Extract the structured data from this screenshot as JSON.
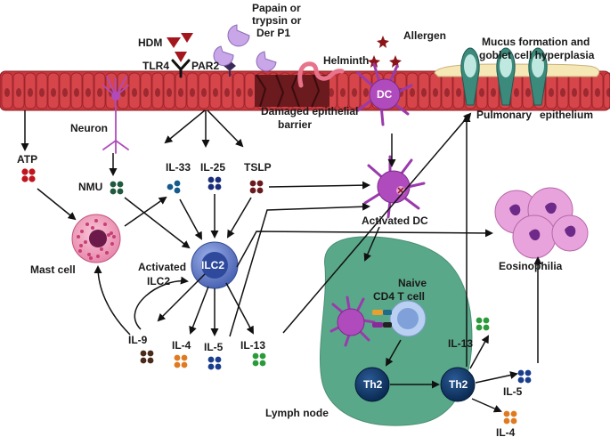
{
  "labels": {
    "hdm": "HDM",
    "tlr4": "TLR4",
    "par2": "PAR2",
    "papain_line1": "Papain or",
    "papain_line2": "trypsin or",
    "papain_line3": "Der P1",
    "helminth": "Helminth",
    "allergen": "Allergen",
    "mucus_line1": "Mucus formation and",
    "mucus_line2": "goblet cell hyperplasia",
    "pulmonary": "Pulmonary",
    "epithelium": "epithelium",
    "damaged_line1": "Damaged epithelial",
    "damaged_line2": "barrier",
    "dc": "DC",
    "neuron": "Neuron",
    "atp": "ATP",
    "nmu": "NMU",
    "il33": "IL-33",
    "il25": "IL-25",
    "tslp": "TSLP",
    "activated_dc": "Activated DC",
    "eosinophilia": "Eosinophilia",
    "mast_cell": "Mast cell",
    "activated_ilc2_line1": "Activated",
    "activated_ilc2_line2": "ILC2",
    "ilc2": "ILC2",
    "naive_line1": "Naive",
    "naive_line2": "CD4 T cell",
    "il9": "IL-9",
    "il4": "IL-4",
    "il5": "IL-5",
    "il13": "IL-13",
    "th2_a": "Th2",
    "th2_b": "Th2",
    "il13_th2": "IL-13",
    "il5_th2": "IL-5",
    "il4_th2": "IL-4",
    "lymph_node": "Lymph node"
  },
  "colors": {
    "epithelium": "#c9363c",
    "mast_cell": "#f2a9c2",
    "ilc2": "#5d77c4",
    "dc": "#b04bbd",
    "lymph_node": "#5aa88a",
    "th2": "#0e3566",
    "eosinophil": "#e9a3dc",
    "mucus": "#f6e7b7"
  }
}
